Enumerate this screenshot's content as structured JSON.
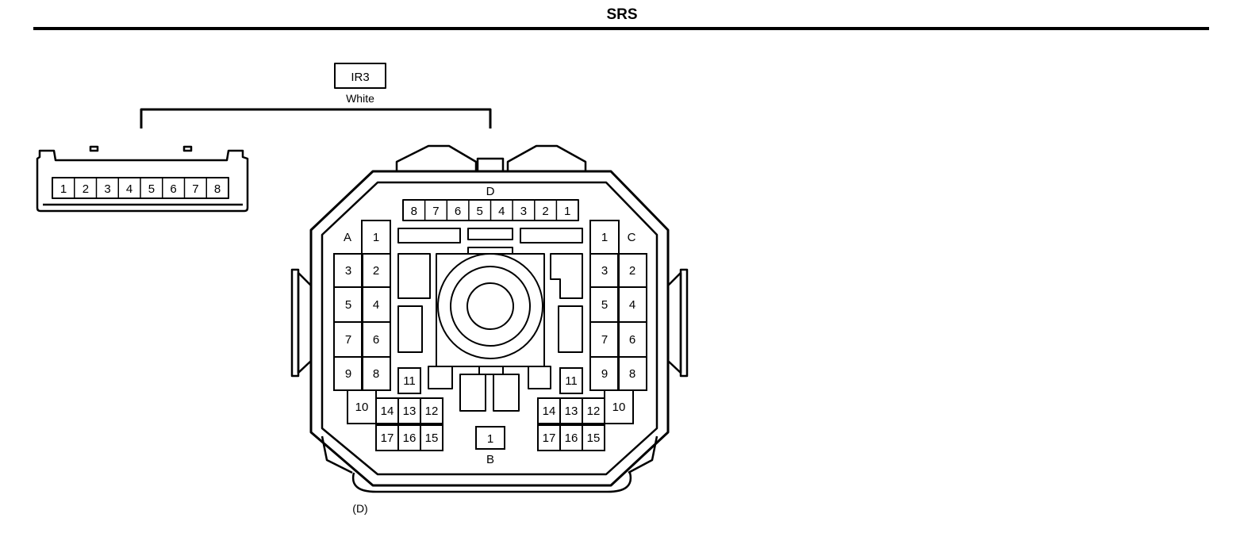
{
  "header": {
    "title": "SRS"
  },
  "connector": {
    "code": "IR3",
    "color": "White",
    "caption": "(D)",
    "harness_pins": [
      "1",
      "2",
      "3",
      "4",
      "5",
      "6",
      "7",
      "8"
    ],
    "sections": {
      "A": {
        "label": "A",
        "pins": [
          "1",
          "2",
          "3",
          "4",
          "5",
          "6",
          "7",
          "8",
          "9",
          "10",
          "11",
          "12",
          "13",
          "14",
          "15",
          "16",
          "17"
        ]
      },
      "B": {
        "label": "B",
        "pins": [
          "1"
        ]
      },
      "C": {
        "label": "C",
        "pins": [
          "1",
          "2",
          "3",
          "4",
          "5",
          "6",
          "7",
          "8",
          "9",
          "10",
          "11",
          "12",
          "13",
          "14",
          "15",
          "16",
          "17"
        ]
      },
      "D": {
        "label": "D",
        "pins": [
          "8",
          "7",
          "6",
          "5",
          "4",
          "3",
          "2",
          "1"
        ]
      }
    }
  }
}
